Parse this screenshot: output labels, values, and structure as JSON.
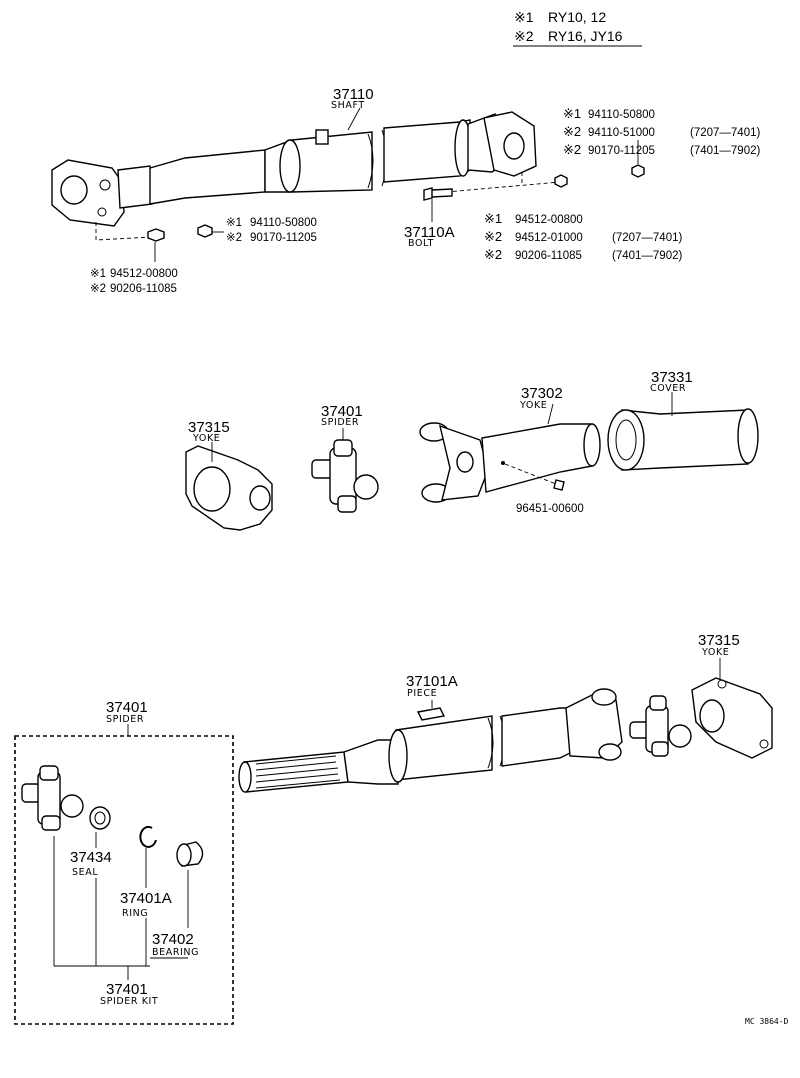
{
  "applicability": {
    "line1_mark": "※1",
    "line1_text": "RY10, 12",
    "line2_mark": "※2",
    "line2_text": "RY16, JY16"
  },
  "shaft": {
    "number": "37110",
    "name": "SHAFT"
  },
  "right_refs": [
    {
      "mark": "※1",
      "part": "94110-50800",
      "range": ""
    },
    {
      "mark": "※2",
      "part": "94110-51000",
      "range": "(7207—7401)"
    },
    {
      "mark": "※2",
      "part": "90170-11205",
      "range": "(7401—7902)"
    }
  ],
  "mid_refs": [
    {
      "mark": "※1",
      "part": "94110-50800"
    },
    {
      "mark": "※2",
      "part": "90170-11205"
    }
  ],
  "left_refs": [
    {
      "mark": "※1",
      "part": "94512-00800"
    },
    {
      "mark": "※2",
      "part": "90206-11085"
    }
  ],
  "bolt": {
    "number": "37110A",
    "name": "BOLT"
  },
  "bolt_refs": [
    {
      "mark": "※1",
      "part": "94512-00800",
      "range": ""
    },
    {
      "mark": "※2",
      "part": "94512-01000",
      "range": "(7207—7401)"
    },
    {
      "mark": "※2",
      "part": "90206-11085",
      "range": "(7401—7902)"
    }
  ],
  "yoke_flange": {
    "number": "37315",
    "name": "YOKE"
  },
  "spider_mid": {
    "number": "37401",
    "name": "SPIDER"
  },
  "yoke_slip": {
    "number": "37302",
    "name": "YOKE"
  },
  "cover": {
    "number": "37331",
    "name": "COVER"
  },
  "grease_fitting": {
    "number": "96451-00600"
  },
  "piece": {
    "number": "37101A",
    "name": "PIECE"
  },
  "yoke_flange_lower": {
    "number": "37315",
    "name": "YOKE"
  },
  "spider_kit_top": {
    "number": "37401",
    "name": "SPIDER"
  },
  "seal": {
    "number": "37434",
    "name": "SEAL"
  },
  "ring": {
    "number": "37401A",
    "name": "RING"
  },
  "bearing": {
    "number": "37402",
    "name": "BEARING"
  },
  "spider_kit": {
    "number": "37401",
    "name": "SPIDER KIT"
  },
  "diagram_code": "MC 3864-D"
}
